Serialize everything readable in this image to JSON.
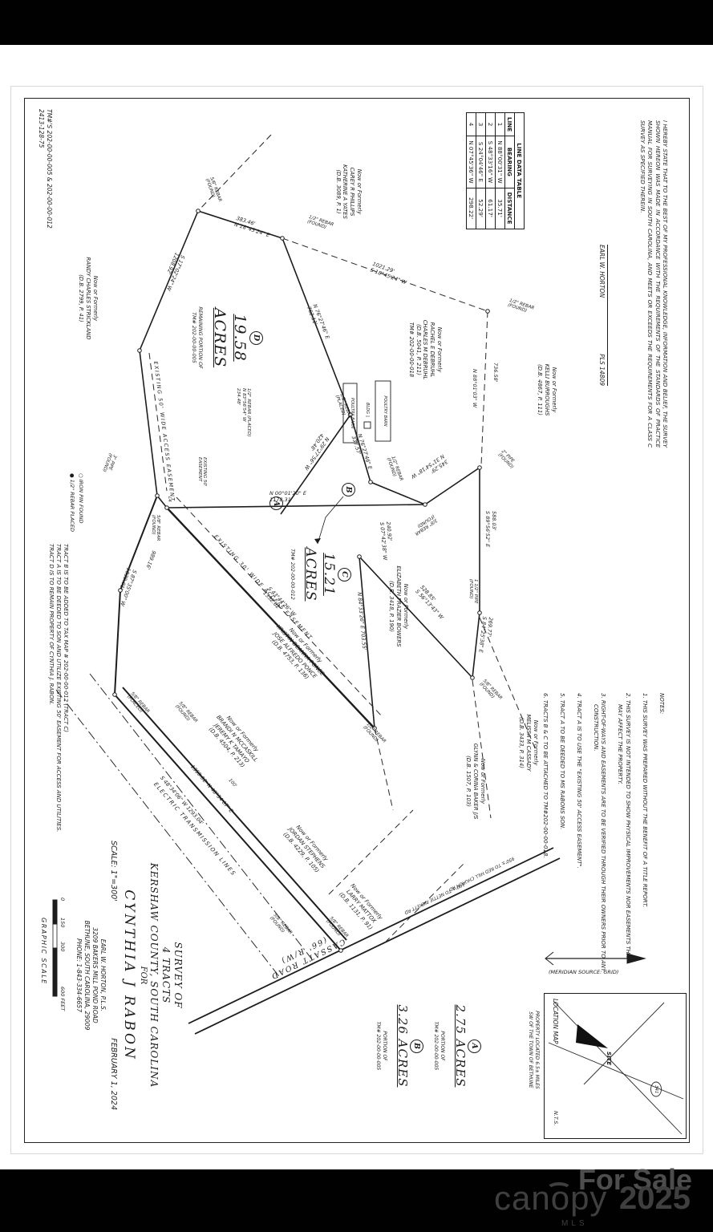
{
  "watermark": {
    "for_sale": "For Sale",
    "brand": "canopy",
    "mls": "MLS",
    "year": "2025"
  },
  "plat": {
    "cert": "I HEREBY STATE THAT TO THE BEST OF MY PROFESSIONAL KNOWLEDGE, INFORMATION AND BELIEF, THE SURVEY SHOWN HEREON WAS MADE IN ACCORDANCE WITH THE REQUIREMENTS OF THE STANDARDS OF PRACTICE MANUAL FOR SURVEYING IN SOUTH CAROLINA, AND MEETS OR EXCEEDS THE REQUIREMENTS FOR A CLASS C SURVEY AS SPECIFIED THEREIN.",
    "sig_name": "EARL W. HORTON",
    "sig_lic": "PLS 14809",
    "table": {
      "title": "LINE DATA TABLE",
      "h": [
        "LINE",
        "BEARING",
        "DISTANCE"
      ],
      "rows": [
        [
          "1",
          "N 88°00'31\" W",
          "35.71'"
        ],
        [
          "2",
          "S 48°33'16\" W",
          "61.17'"
        ],
        [
          "3",
          "S 24°04'46\" E",
          "52.29'"
        ],
        [
          "4",
          "N 07°45'36\" W",
          "298.22'"
        ]
      ]
    },
    "tm": "TM#'S 202-00-00-005 & 202-00-00-012\n2413-128-75",
    "notes_title": "NOTES:",
    "notes": [
      "1.  THIS SURVEY WAS PREPARED WITHOUT THE BENEFIT OF A TITLE REPORT.",
      "2.  THIS SURVEY IS NOT INTENDED TO SHOW PHYSICAL IMPROVEMENTS NOR EASEMENTS THAT MAY AFFECT THE PROPERTY.",
      "3.  RIGHT-OF-WAYS AND EASEMENTS ARE TO BE VERIFIED THROUGH THEIR OWNERS PRIOR TO ANY CONSTRUCTION.",
      "4.  TRACT A IS TO USE THE \"EXISTING 50' ACCESS EASEMENT\".",
      "5.  TRACT A TO BE DEEDED TO MS RABONS SON.",
      "6.  TRACTS B & C TO BE ATTACHED TO TM#202-00-00-018."
    ],
    "tract_notes": "TRACT B IS TO BE ADDED TO TAX MAP # 202-00-00-012 (TRACT C)\nTRACT A IS TO BE DEEDED TO SON AND UTILIZE EXISTING 50' EASEMENT FOR ACCESS AND UTILITIES.\nTRACT D IS TO REMAIN PROPERTY OF CYNTHIA J. RABON.",
    "legend": "○    IRON PIN FOUND\n●    1/2\" REBAR PLACED",
    "meridian": "(MERIDIAN SOURCE:   GRID)",
    "electric": "ELECTRIC TRANSMISSION LINES",
    "scalebar": {
      "n0": "0",
      "n150": "150",
      "n300": "300",
      "n600": "600 FEET",
      "title": "GRAPHIC SCALE"
    },
    "locmap": {
      "title": "LOCATION MAP",
      "nts": "N.T.S.",
      "site": "SITE",
      "route": "341"
    },
    "located": "PROPERTY LOCATED 6.5± MILES\nSW OF THE TOWN OF BETHUNE",
    "tracts": {
      "d_letter": "D",
      "d_acres": "19.58  ACRES",
      "d_sub": "REMAINING PORTION OF\nTM# 202-00-00-005",
      "c_letter": "C",
      "c_acres": "15.21  ACRES",
      "c_sub": "TM# 202-00-00-012",
      "a_letter": "A",
      "a_acres": "2.75  ACRES",
      "a_sub": "PORTION OF\nTM# 202-00-00-005",
      "b_letter": "B",
      "b_acres": "3.26  ACRES",
      "b_sub": "PORTION OF\nTM# 202-00-00-005"
    },
    "owners": {
      "strickland": "Now or Formerly\nRANDY CHARLES STRICKLAND\n(D.B. 2799, P. 41)",
      "phillips": "Now or Formerly\nCAREY R PHILLIPS\nKATHERINE A YATES\n(D.B. 3089, P. 1)",
      "burroughs": "Now or Formerly\nKELLI BURROUGHS\n(D.B. 4867, P. 111)",
      "debruhl": "Now or Formerly\nRACHEL E DEBRUHL\nCHARLES M DEBRUHL\n(D.B. 5041, P. 211)\nTM# 202-00-00-018",
      "cassady": "Now or Formerly\nMELISSA M CASSADY\n(D.B. 3433, P. 314)",
      "bowers": "Now or Formerly\nELIZABETH FRAZIER BOWERS\n(D.B. 3418, P. 190)",
      "baker": "Now or Formerly\nGLYNN & CORINA BAKER J/S\n(D.B. 1507, P. 103)",
      "ponce": "Now or Formerly\nKRISTIN DEANNA PONCE\nJOSE ALFREDO PONCE\n(D.B. 4753, P. 136)",
      "mccaskill": "Now or Formerly\nBRANDI N MCCASKILL\nJEREMY K TAMAYO\n(D.B. 4504, P. 213)",
      "stephens": "Now or Formerly\nJORDAN STEPHENS\n(D.B. 4229, P. 105)",
      "mattox": "Now or Formerly\nLARRY MATTOX\n(D.B. 1131, P. 91)"
    },
    "bearings": {
      "b1": "383.46'\nN 18°45'24\" E",
      "b2": "1021.29'\nS 18°45'24\" W",
      "b3": "N 76°27'46\" E\n762.11'",
      "b4": "N 76°27'46\" E\n337.57'",
      "b5": "N 29°27'56\" W\n420.48'",
      "b6": "S 17°02'24\" W\n1208.92'",
      "b7": "EXISTING 50' WIDE ACCESS EASEMENT",
      "b8": "N 00°01'20\" E\n1178.31'",
      "b9": "345.29'\nN 31°54'18\" W",
      "b10": "588.03'\nS 89°56'52\" E",
      "b11": "269.77'\nS 84°25'38\" E",
      "b12": "528.85'\nS 56°13'43\" W",
      "b13": "N 84°33'26\" E   703.55'",
      "b14": "240.92'\nS 07°42'38\" W",
      "b15": "EXISTING 30' WIDE ACCESS EASEMENT",
      "b16": "S 43°44'26\" W\n1352.62'",
      "b17": "989.16'",
      "b18": "S 87°35'00\" W\n1039.01'",
      "b19": "1350.02'   N 48°34'07\" E",
      "b20": "S 48°34'06\" W   1293.04'",
      "b21": "CASSATT ROAD\n(66' R/W)",
      "b22": "950'± TO RED HILL CHURCH RD",
      "b23": "180'± TO NETTIE PICKETT RD",
      "b24": "736.58'",
      "b25": "N 88°01'03\" W"
    },
    "mons": {
      "m1": "5/8\" REBAR\n(FOUND)",
      "m2": "1/2\" REBAR\n(FOUND)",
      "m3": "1/2\" REBAR\n(FOUND)",
      "m4": "1/2\" REBAR\n(PLACED)",
      "m5": "1/2\" REBAR\n(FOUND)",
      "m6": "1/2\" REBAR (PLACED)\nN 83°56'54\" W\n234.48'",
      "m7": "3\" PIPE\n(FOUND)",
      "m8": "5/8\" REBAR\n(FOUND)",
      "m9": "2\" PIPE\n(FOUND)",
      "m10": "3/8\" REBAR\n(FOUND)",
      "m11": "1 1/2\" PIPE\n(FOUND)",
      "m12": "5/8\" REBAR\n(FOUND)",
      "m13": "1/2\" REBAR\n(FOUND)",
      "m14": "5/8\" REBAR\n(PLACED)",
      "m15": "5/8\" REBAR\n(FOUND)",
      "m16": "5/8\" REBAR\n(FOUND)",
      "m17": "5/8\" REBAR\n(FOUND)",
      "m18": "L4",
      "m19": "100'",
      "m20": "EXISTING 50'\nEASEMENT",
      "m21": "POULTRY BARN",
      "m22": "POULTRY BARN",
      "m23": "BLDG ▯"
    },
    "title": {
      "l1": "SURVEY OF",
      "l2": "4 TRACTS",
      "l3": "KERSHAW COUNTY, SOUTH CAROLINA",
      "l4": "FOR",
      "l5": "CYNTHIA J RABON",
      "scale": "SCALE: 1\"=300'",
      "date": "FEBRUARY 1, 2024",
      "a1": "EARL W. HORTON, P.L.S.",
      "a2": "3209 BAKERS MILL POND ROAD",
      "a3": "BETHUNE, SOUTH CAROLINA, 29009",
      "a4": "PHONE: 1-843-334-6657"
    }
  }
}
